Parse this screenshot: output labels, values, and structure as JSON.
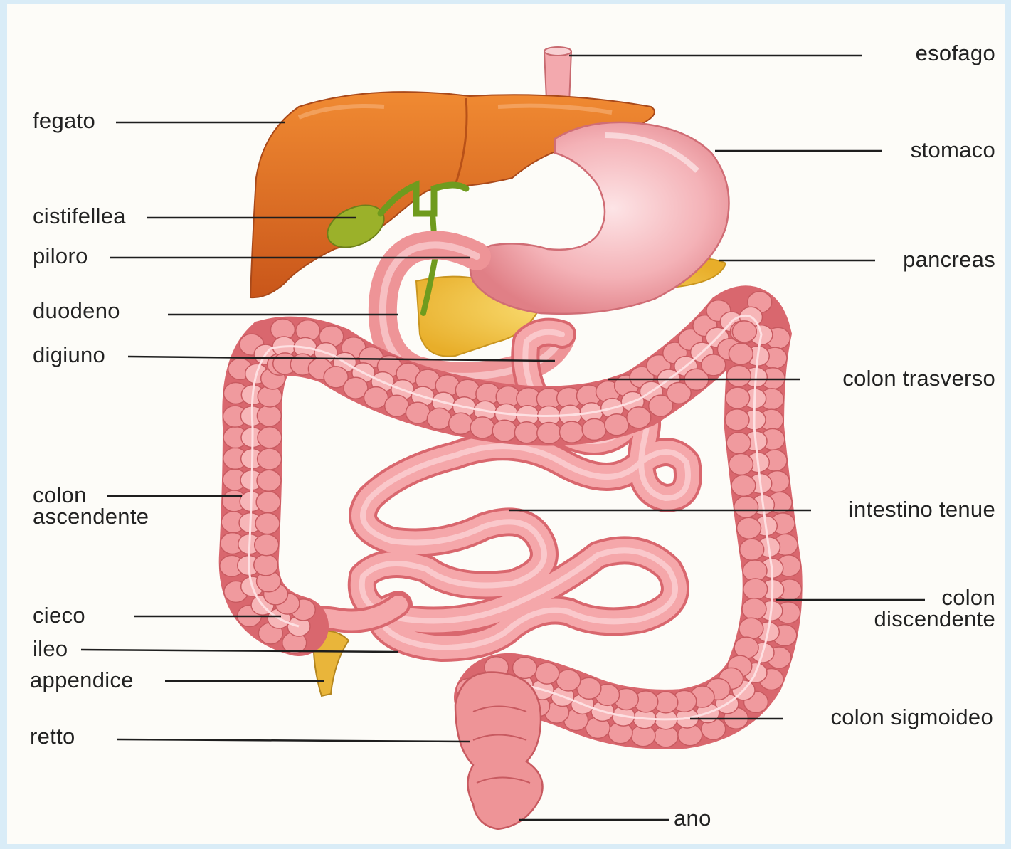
{
  "diagram": {
    "labels": {
      "esofago": "esofago",
      "fegato": "fegato",
      "stomaco": "stomaco",
      "cistifellea": "cistifellea",
      "piloro": "piloro",
      "pancreas": "pancreas",
      "duodeno": "duodeno",
      "digiuno": "digiuno",
      "colon_trasverso": "colon trasverso",
      "colon_ascendente_1": "colon",
      "colon_ascendente_2": "ascendente",
      "intestino_tenue": "intestino tenue",
      "colon_discendente_1": "colon",
      "colon_discendente_2": "discendente",
      "cieco": "cieco",
      "ileo": "ileo",
      "appendice": "appendice",
      "colon_sigmoideo": "colon sigmoideo",
      "retto": "retto",
      "ano": "ano"
    },
    "colors": {
      "liver": "#e0731f",
      "liver_dark": "#b9521a",
      "gallbladder": "#8fa51f",
      "bile_duct": "#6f9b1e",
      "stomach": "#f2a7ad",
      "intestine": "#ee9497",
      "intestine_dark": "#c85a60",
      "pancreas": "#f2c43c",
      "appendix": "#e9b53a",
      "background": "#fdfcf8",
      "border": "#d9ecf7"
    }
  }
}
